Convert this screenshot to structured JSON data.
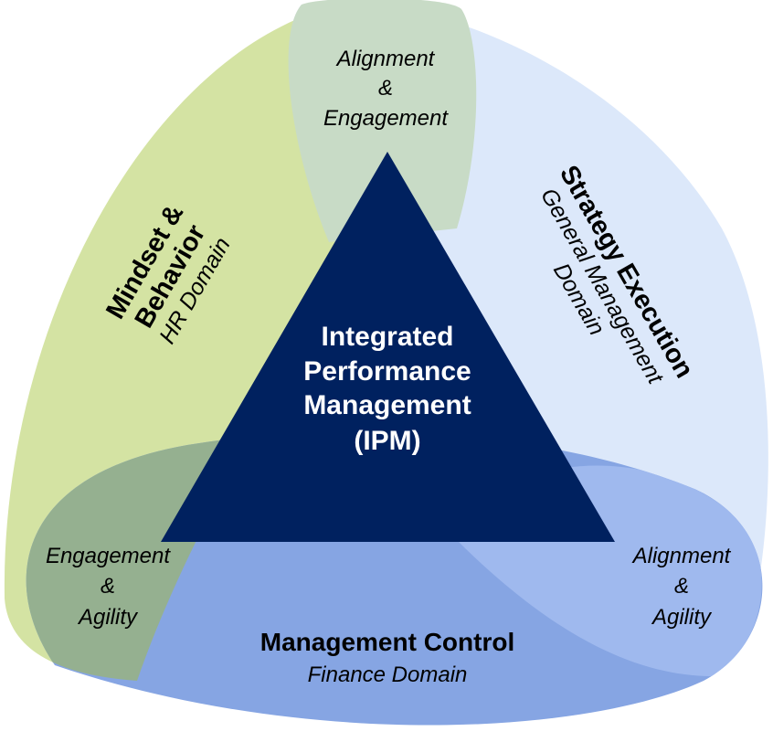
{
  "center": {
    "lines": [
      "Integrated",
      "Performance",
      "Management",
      "(IPM)"
    ]
  },
  "domains": {
    "left": {
      "title": [
        "Mindset &",
        "Behavior"
      ],
      "subtitle": "HR Domain"
    },
    "right": {
      "title": "Strategy Execution",
      "subtitle": [
        "General Management",
        "Domain"
      ]
    },
    "bottom": {
      "title": "Management Control",
      "subtitle": "Finance Domain"
    }
  },
  "overlaps": {
    "top": [
      "Alignment",
      "&",
      "Engagement"
    ],
    "bottom_left": [
      "Engagement",
      "&",
      "Agility"
    ],
    "bottom_right": [
      "Alignment",
      "&",
      "Agility"
    ]
  },
  "colors": {
    "green_petal": "#d4e3a3",
    "light_blue_petal": "#dce8fa",
    "blue_petal": "#86a5e3",
    "overlap_top": "#c8dbc6",
    "overlap_left": "#95b090",
    "overlap_right": "#9fb9ee",
    "triangle": "#00215f"
  }
}
